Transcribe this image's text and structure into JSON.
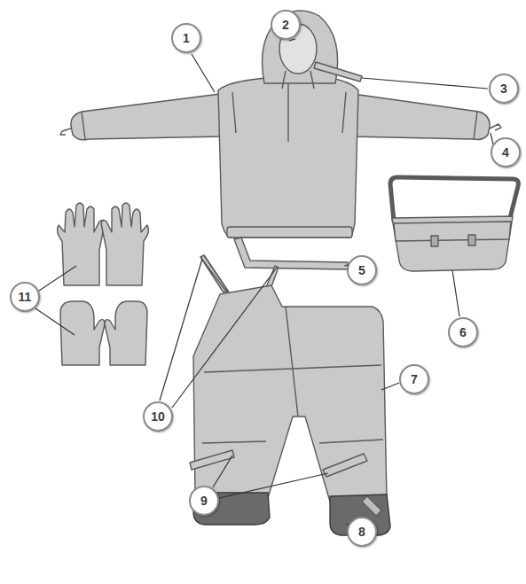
{
  "diagram": {
    "nodes": [
      {
        "text": [
          "2"
        ]
      },
      {
        "text": [
          "1"
        ]
      },
      {
        "text": [
          "3"
        ]
      },
      {
        "text": [
          "4"
        ]
      },
      {
        "text": [
          "11"
        ]
      },
      {
        "text": [
          "5"
        ]
      },
      {
        "text": [
          "6"
        ]
      },
      {
        "text": [
          "7"
        ]
      },
      {
        "text": [
          "10"
        ]
      },
      {
        "text": [
          "9"
        ]
      },
      {
        "text": [
          "8"
        ]
      }
    ]
  }
}
